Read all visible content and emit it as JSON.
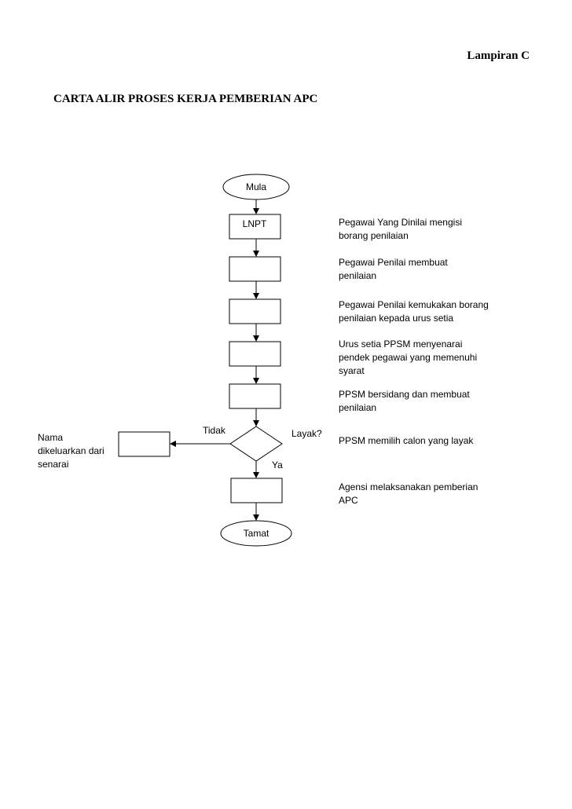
{
  "header": {
    "appendix_label": "Lampiran C",
    "title": "CARTA ALIR PROSES KERJA PEMBERIAN APC"
  },
  "flowchart": {
    "start_label": "Mula",
    "step1_label": "LNPT",
    "decision_label": "Layak?",
    "no_label": "Tidak",
    "yes_label": "Ya",
    "end_label": "Tamat",
    "reject_note": "Nama dikeluarkan dari senarai",
    "notes": [
      "Pegawai Yang Dinilai mengisi borang penilaian",
      "Pegawai Penilai membuat penilaian",
      "Pegawai Penilai kemukakan borang penilaian kepada urus setia",
      "Urus setia PPSM menyenarai pendek pegawai yang memenuhi syarat",
      "PPSM bersidang dan membuat penilaian",
      "PPSM memilih calon yang layak",
      "Agensi melaksanakan pemberian APC"
    ]
  }
}
